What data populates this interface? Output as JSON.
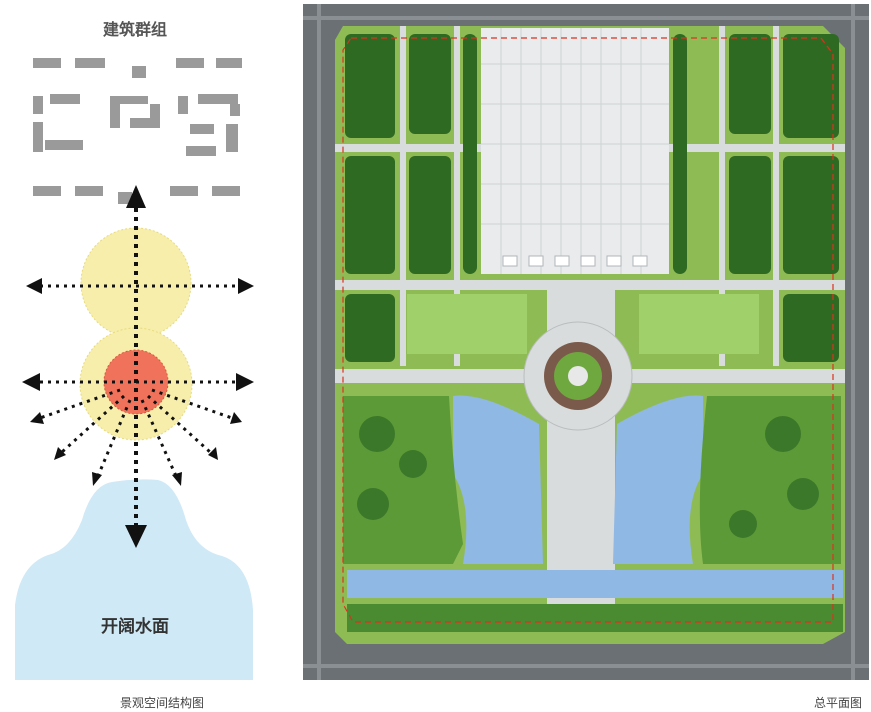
{
  "structure_diagram": {
    "title": "建筑群组",
    "water_label": "开阔水面",
    "caption": "景观空间结构图",
    "colors": {
      "building_blocks": "#9a9a9a",
      "yellow_zone": "#f6eeaa",
      "red_core": "#f0725a",
      "water": "#cfe9f7",
      "arrows": "#111111"
    }
  },
  "site_plan": {
    "caption": "总平面图",
    "colors": {
      "road": "#6b7074",
      "plaza": "#e9ebec",
      "green": "#6ea83f",
      "dark_tree": "#2f6a23",
      "water": "#8fb8e4",
      "boundary": "#e03020"
    }
  }
}
